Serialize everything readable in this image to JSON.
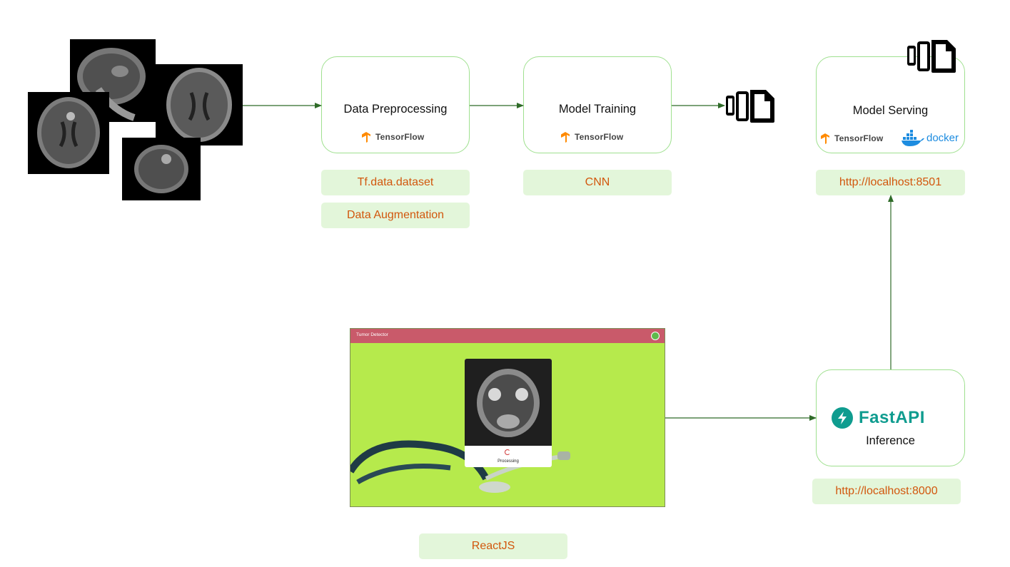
{
  "boxes": {
    "preprocessing": {
      "title": "Data Preprocessing",
      "logo": "TensorFlow"
    },
    "training": {
      "title": "Model Training",
      "logo": "TensorFlow"
    },
    "serving": {
      "title": "Model Serving",
      "logo": "TensorFlow",
      "logo2": "docker"
    },
    "inference": {
      "title": "Inference",
      "logo": "FastAPI"
    }
  },
  "tags": {
    "dataset": "Tf.data.dataset",
    "augmentation": "Data Augmentation",
    "cnn": "CNN",
    "serving_url": "http://localhost:8501",
    "inference_url": "http://localhost:8000",
    "frontend": "ReactJS"
  },
  "app": {
    "title": "Tumor Detector",
    "status": "Processing"
  },
  "colors": {
    "box_border": "#9fe08f",
    "tag_bg": "#e3f6da",
    "tag_text": "#d2570d",
    "arrow": "#2f6b28",
    "tensorflow": "#ff8a00",
    "fastapi": "#0f9c8f",
    "docker": "#1d8ce0",
    "app_bar": "#c95a6a",
    "app_bg": "#b6ea4c"
  },
  "icons": [
    "brain-mri-image",
    "tensorflow-icon",
    "model-file-icon",
    "docker-icon",
    "fastapi-icon",
    "spinner-icon"
  ]
}
